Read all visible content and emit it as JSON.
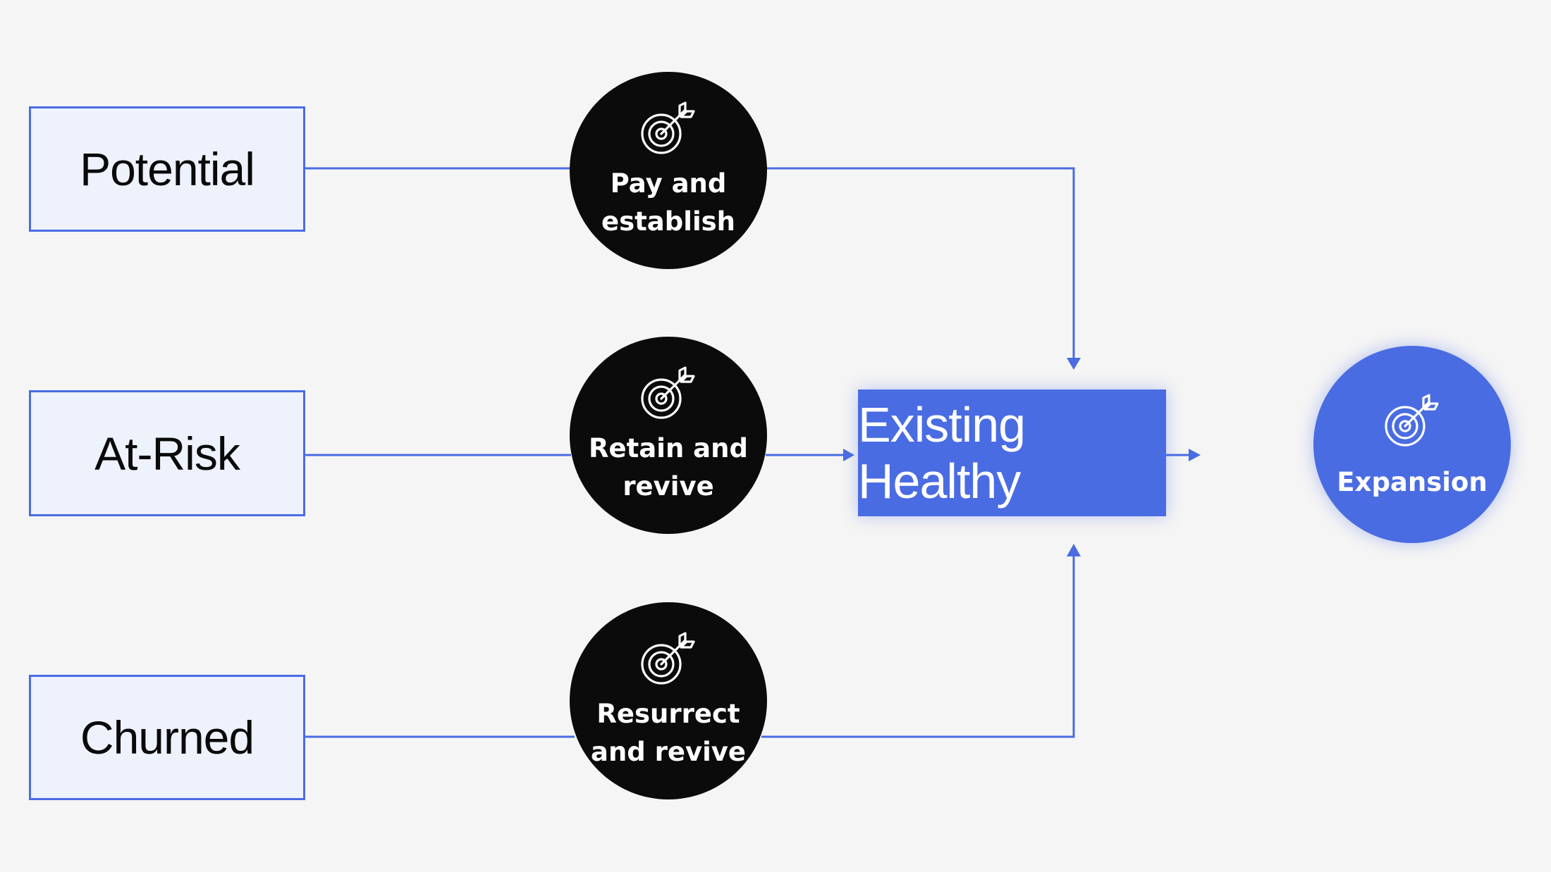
{
  "diagram": {
    "states": [
      {
        "label": "Potential"
      },
      {
        "label": "At-Risk"
      },
      {
        "label": "Churned"
      }
    ],
    "actions": [
      {
        "label": "Pay and\nestablish",
        "icon": "target-arrow-icon"
      },
      {
        "label": "Retain and\nrevive",
        "icon": "target-arrow-icon"
      },
      {
        "label": "Resurrect\nand revive",
        "icon": "target-arrow-icon"
      }
    ],
    "hub": {
      "label": "Existing Healthy"
    },
    "goal": {
      "label": "Expansion",
      "icon": "target-arrow-icon"
    },
    "colors": {
      "accent": "#4a6ce2",
      "state_fill": "#eef2fd",
      "action_fill": "#0a0b0a",
      "background": "#f5f5f5"
    }
  }
}
